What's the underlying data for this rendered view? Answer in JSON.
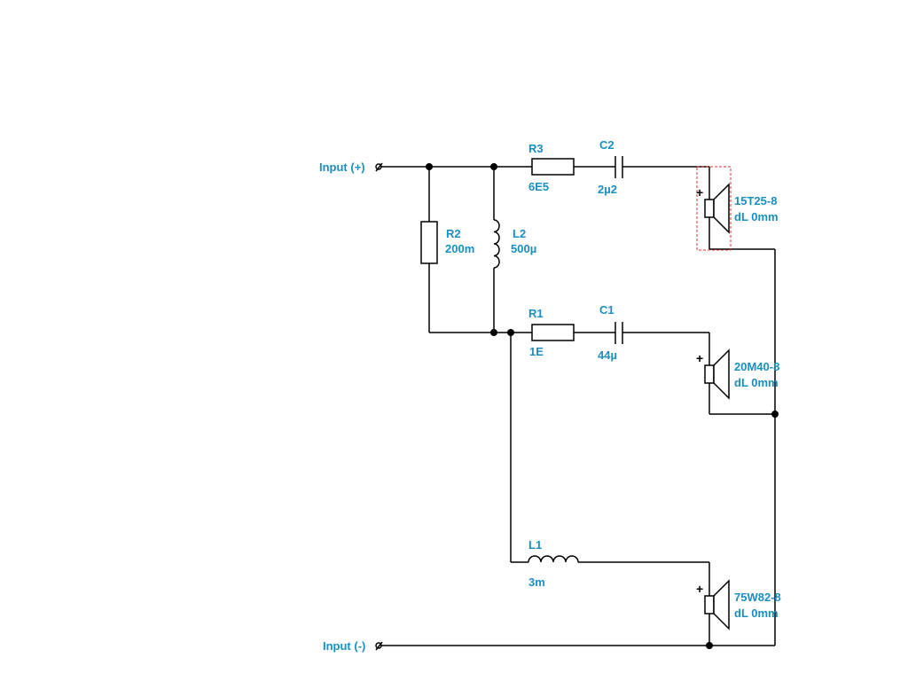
{
  "inputs": {
    "plus": "Input (+)",
    "minus": "Input (-)"
  },
  "components": {
    "R1": {
      "ref": "R1",
      "value": "1E"
    },
    "R2": {
      "ref": "R2",
      "value": "200m"
    },
    "R3": {
      "ref": "R3",
      "value": "6E5"
    },
    "C1": {
      "ref": "C1",
      "value": "44µ"
    },
    "C2": {
      "ref": "C2",
      "value": "2µ2"
    },
    "L1": {
      "ref": "L1",
      "value": "3m"
    },
    "L2": {
      "ref": "L2",
      "value": "500µ"
    }
  },
  "drivers": {
    "tweeter": {
      "model": "15T25-8",
      "offset": "dL 0mm",
      "polarity": "+",
      "selected": true
    },
    "midrange": {
      "model": "20M40-8",
      "offset": "dL 0mm",
      "polarity": "+",
      "selected": false
    },
    "woofer": {
      "model": "75W82-8",
      "offset": "dL 0mm",
      "polarity": "+",
      "selected": false
    }
  },
  "colors": {
    "label": "#1a8fc0",
    "wire": "#000000",
    "selection": "#e03030"
  }
}
